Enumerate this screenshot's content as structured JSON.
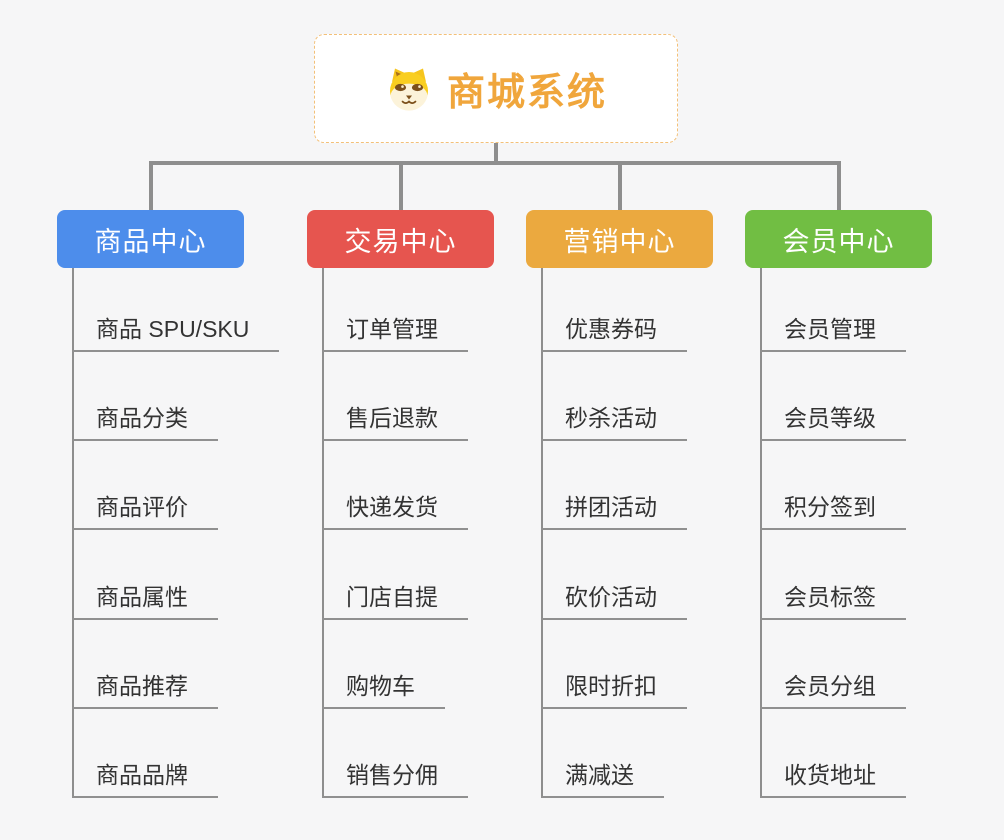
{
  "root": {
    "title": "商城系统",
    "icon": "dog-face-icon",
    "title_color": "#F0A63C",
    "border_color": "#F3C078",
    "background": "#FFFFFF"
  },
  "colors": {
    "page_background": "#F6F6F7",
    "connector": "#8E8E8E",
    "leaf_line": "#909090",
    "leaf_text": "#333333",
    "header_text": "#FFFFFF"
  },
  "branches": [
    {
      "label": "商品中心",
      "color": "#4D8DEB",
      "items": [
        "商品 SPU/SKU",
        "商品分类",
        "商品评价",
        "商品属性",
        "商品推荐",
        "商品品牌"
      ]
    },
    {
      "label": "交易中心",
      "color": "#E6554F",
      "items": [
        "订单管理",
        "售后退款",
        "快递发货",
        "门店自提",
        "购物车",
        "销售分佣"
      ]
    },
    {
      "label": "营销中心",
      "color": "#EBA93F",
      "items": [
        "优惠券码",
        "秒杀活动",
        "拼团活动",
        "砍价活动",
        "限时折扣",
        "满减送"
      ]
    },
    {
      "label": "会员中心",
      "color": "#71BE43",
      "items": [
        "会员管理",
        "会员等级",
        "积分签到",
        "会员标签",
        "会员分组",
        "收货地址"
      ]
    }
  ]
}
